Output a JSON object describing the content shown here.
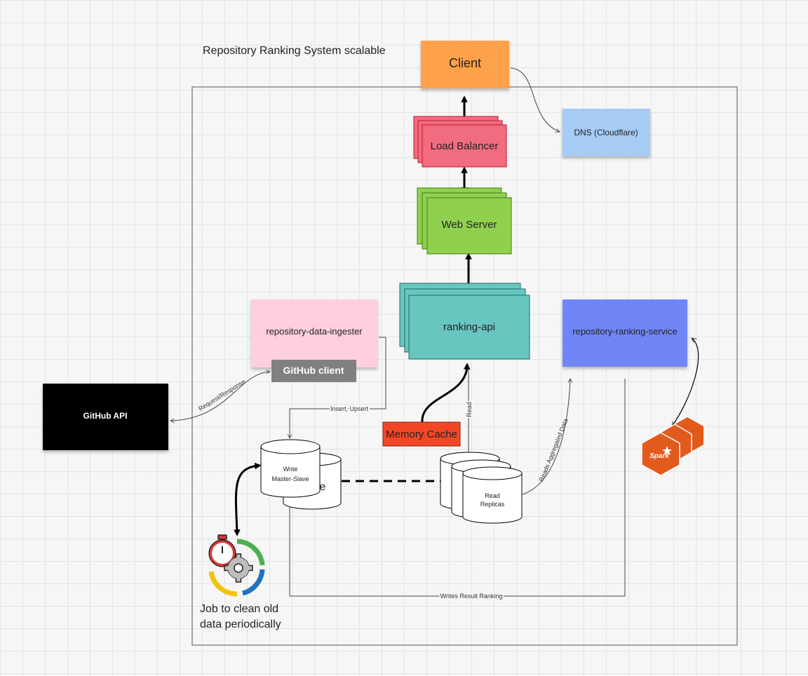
{
  "title": "Repository Ranking System scalable",
  "nodes": {
    "client": "Client",
    "dns": "DNS (Cloudflare)",
    "load_balancer": "Load Balancer",
    "web_server": "Web Server",
    "ranking_api": "ranking-api",
    "ingester": "repository-data-ingester",
    "github_client": "GitHub client",
    "github_api": "GitHub API",
    "ranking_service": "repository-ranking-service",
    "memory_cache": "Memory Cache",
    "write_db": [
      "Write",
      "Master-Slave"
    ],
    "read_db": [
      "Read",
      "Replicas"
    ],
    "spark": "Spark",
    "job": [
      "Job to clean old",
      "data periodically"
    ]
  },
  "edges": {
    "request_response": "Request/Response",
    "insert_upsert": "Insert, Upsert",
    "read": "Read",
    "reads_aggregated": "Reads Aggregated Data",
    "writes_result": "Writes Result Ranking"
  },
  "colors": {
    "client": "#ffa14a",
    "dns": "#a6ccf5",
    "load_balancer": "#f16c7f",
    "web_server": "#8fd14f",
    "ranking_api": "#67c6c0",
    "ingester": "#ffcee0",
    "github_client": "#808080",
    "github_api": "#050505",
    "ranking_service": "#6f86f7",
    "memory_cache": "#f24726",
    "spark": "#e25a1c"
  }
}
